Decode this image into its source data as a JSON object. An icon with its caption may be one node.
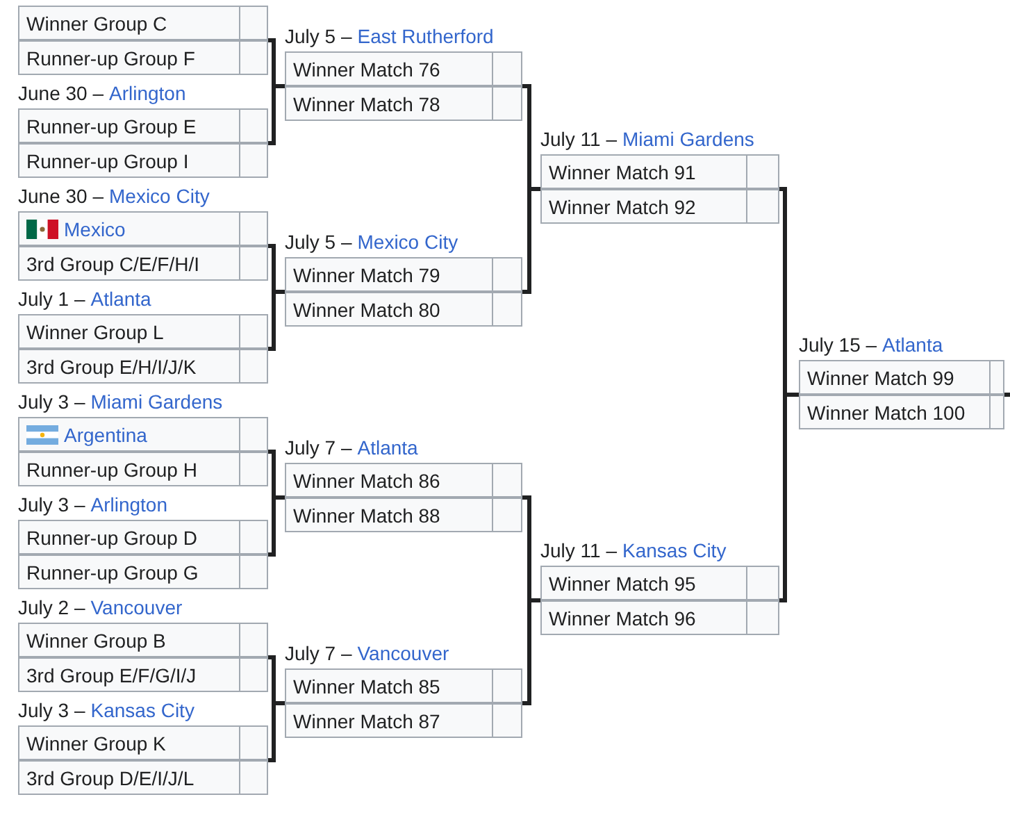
{
  "diagram": {
    "nodes": [
      {
        "text": [
          "Winner Group C",
          "Runner-up Group F"
        ]
      },
      {
        "text": [
          "June 30 –",
          "Arlington",
          "Runner-up Group E",
          "Runner-up Group I"
        ]
      },
      {
        "text": [
          "June 30 –",
          "Mexico City",
          "Mexico",
          "3rd Group C/E/F/H/I"
        ]
      },
      {
        "text": [
          "July 1 –",
          "Atlanta",
          "Winner Group L",
          "3rd Group E/H/I/J/K"
        ]
      },
      {
        "text": [
          "July 3 –",
          "Miami Gardens",
          "Argentina",
          "Runner-up Group H"
        ]
      },
      {
        "text": [
          "July 3 –",
          "Arlington",
          "Runner-up Group D",
          "Runner-up Group G"
        ]
      },
      {
        "text": [
          "July 2 –",
          "Vancouver",
          "Winner Group B",
          "3rd Group E/F/G/I/J"
        ]
      },
      {
        "text": [
          "July 3 –",
          "Kansas City",
          "Winner Group K",
          "3rd Group D/E/I/J/L"
        ]
      },
      {
        "text": [
          "July 5 –",
          "East Rutherford",
          "Winner Match 76",
          "Winner Match 78"
        ]
      },
      {
        "text": [
          "July 5 –",
          "Mexico City",
          "Winner Match 79",
          "Winner Match 80"
        ]
      },
      {
        "text": [
          "July 7 –",
          "Atlanta",
          "Winner Match 86",
          "Winner Match 88"
        ]
      },
      {
        "text": [
          "July 7 –",
          "Vancouver",
          "Winner Match 85",
          "Winner Match 87"
        ]
      },
      {
        "text": [
          "July 11 –",
          "Miami Gardens",
          "Winner Match 91",
          "Winner Match 92"
        ]
      },
      {
        "text": [
          "July 11 –",
          "Kansas City",
          "Winner Match 95",
          "Winner Match 96"
        ]
      },
      {
        "text": [
          "July 15 –",
          "Atlanta",
          "Winner Match 99",
          "Winner Match 100"
        ]
      }
    ],
    "edges": [
      {
        "from": 0,
        "to": 8,
        "arrow": "none"
      },
      {
        "from": 1,
        "to": 8,
        "arrow": "none"
      },
      {
        "from": 2,
        "to": 9,
        "arrow": "none"
      },
      {
        "from": 3,
        "to": 9,
        "arrow": "none"
      },
      {
        "from": 4,
        "to": 10,
        "arrow": "none"
      },
      {
        "from": 5,
        "to": 10,
        "arrow": "none"
      },
      {
        "from": 6,
        "to": 11,
        "arrow": "none"
      },
      {
        "from": 7,
        "to": 11,
        "arrow": "none"
      },
      {
        "from": 8,
        "to": 12,
        "arrow": "none"
      },
      {
        "from": 9,
        "to": 12,
        "arrow": "none"
      },
      {
        "from": 10,
        "to": 13,
        "arrow": "none"
      },
      {
        "from": 11,
        "to": 13,
        "arrow": "none"
      },
      {
        "from": 12,
        "to": 14,
        "arrow": "none"
      },
      {
        "from": 13,
        "to": 14,
        "arrow": "none"
      },
      {
        "from": 14,
        "to": null,
        "arrow": "none"
      }
    ]
  }
}
